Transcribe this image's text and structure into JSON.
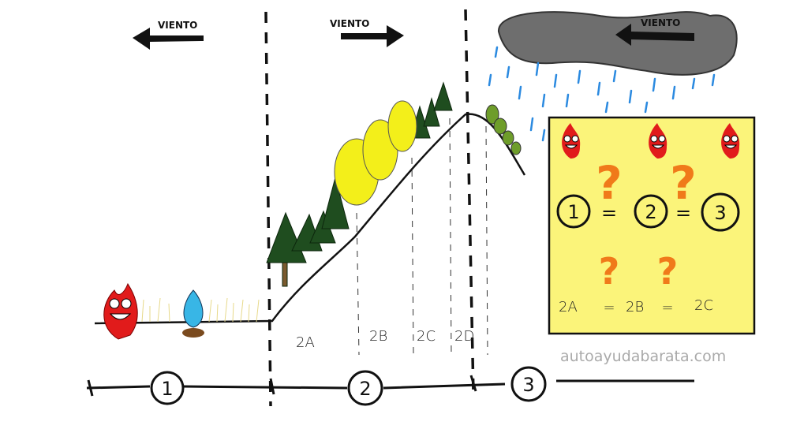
{
  "wind_labels": [
    "VIENTO",
    "VIENTO",
    "VIENTO"
  ],
  "zones": {
    "z1": "1",
    "z2": "2",
    "z3": "3"
  },
  "subzones": [
    "2A",
    "2B",
    "2C",
    "2D"
  ],
  "legend_box": {
    "row1": {
      "a": "1",
      "b": "2",
      "c": "3",
      "op": "=",
      "q": "?"
    },
    "row2": {
      "a": "2A",
      "b": "2B",
      "c": "2C",
      "op": "=",
      "q": "?"
    }
  },
  "watermark": "autoayudabarata.com",
  "colors": {
    "box": "#fbf47a",
    "tree_dark": "#1f4d1f",
    "tree_yellow": "#f3ef1a",
    "cloud": "#6e6e6e",
    "rain": "#2b8ae0",
    "fire": "#e11b1b",
    "question": "#f07a1a"
  }
}
